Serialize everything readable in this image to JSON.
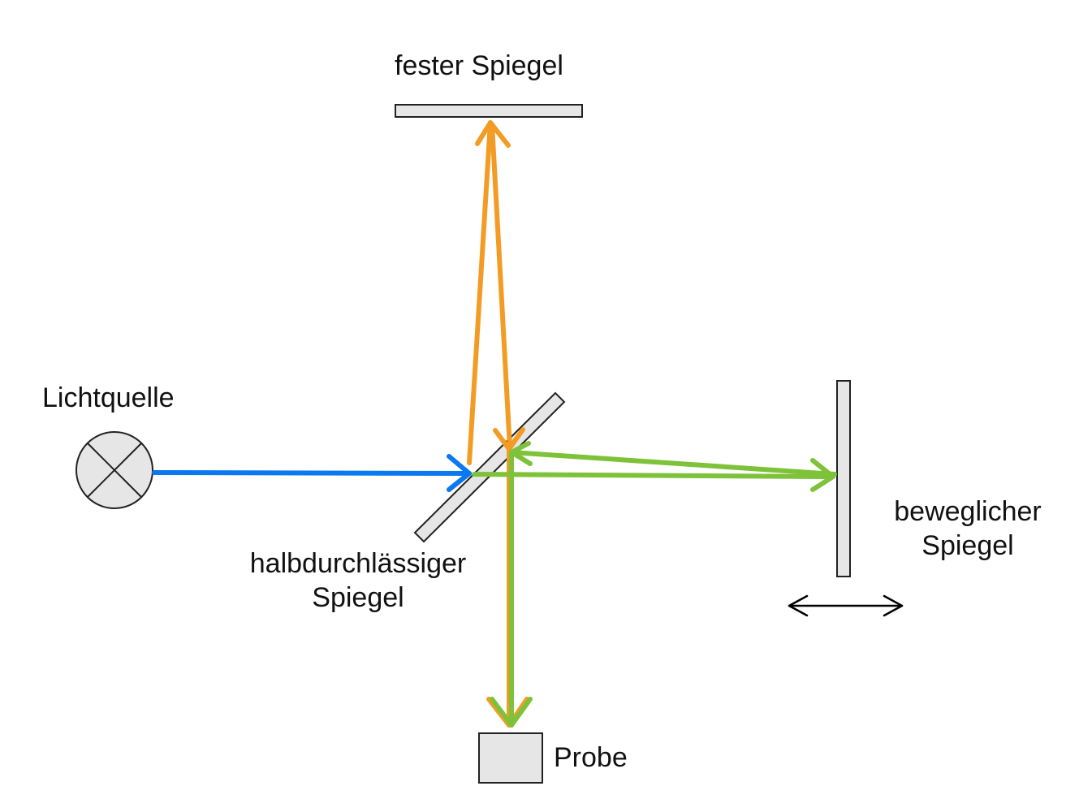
{
  "labels": {
    "fixed_mirror": "fester Spiegel",
    "light_source": "Lichtquelle",
    "beam_splitter_line1": "halbdurchlässiger",
    "beam_splitter_line2": "Spiegel",
    "moving_mirror_line1": "beweglicher",
    "moving_mirror_line2": "Spiegel",
    "sample": "Probe"
  },
  "colors": {
    "incident_beam": "#0a78f0",
    "fixed_arm_beam": "#f39c25",
    "moving_arm_beam": "#7ec23a",
    "optic_fill": "#e6e6e6",
    "optic_stroke": "#222222",
    "motion_arrow": "#000000"
  }
}
